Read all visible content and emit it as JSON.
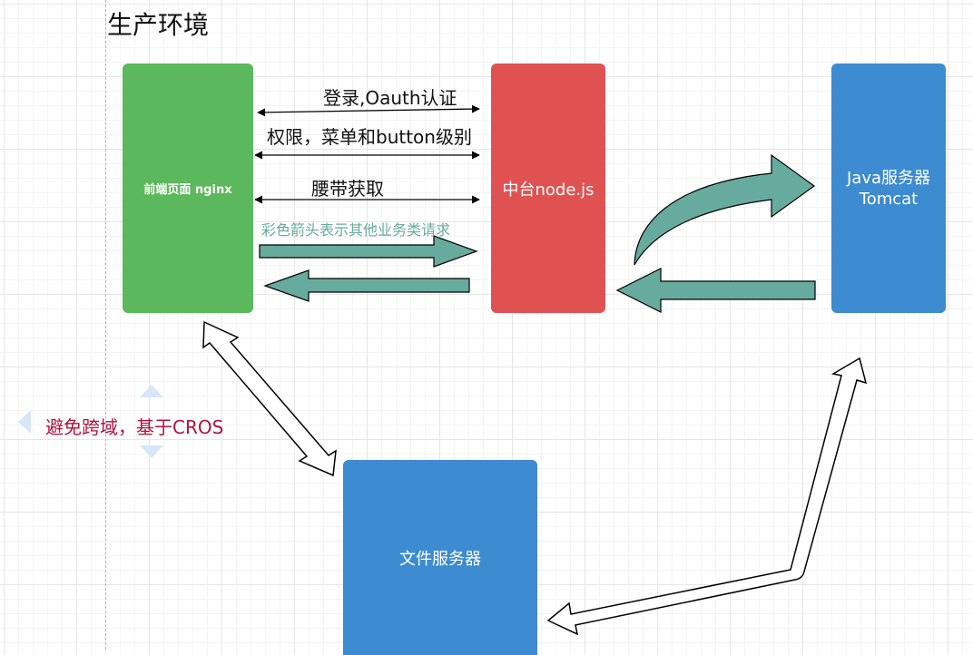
{
  "title": "生产环境",
  "nodes": {
    "frontend": "前端页面 nginx",
    "middle": "中台node.js",
    "java": "Java服务器\nTomcat",
    "files": "文件服务器"
  },
  "edges": {
    "login": "登录,Oauth认证",
    "permission": "权限，菜单和button级别",
    "belt": "腰带获取",
    "legend_note": "彩色箭头表示其他业务类请求",
    "cors": "避免跨域，基于CROS"
  },
  "colors": {
    "frontend": "#5cb85c",
    "middle": "#e05252",
    "server": "#3d8bd0",
    "arrow": "#67ab9f",
    "cors_text": "#b0133c"
  }
}
